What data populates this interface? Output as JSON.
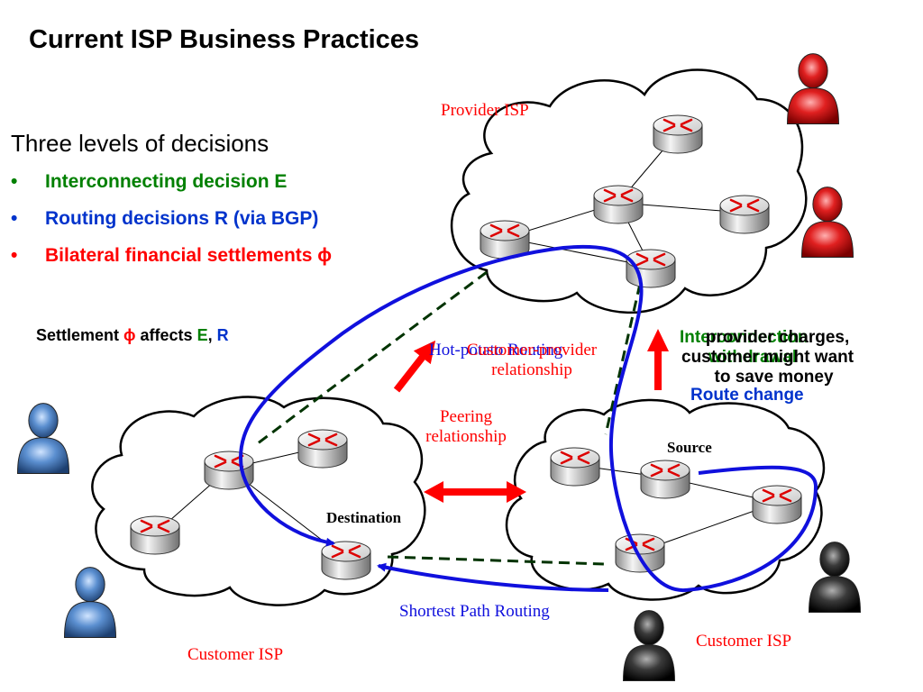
{
  "title": "Current ISP Business Practices",
  "intro": "Three levels of decisions",
  "bullets": [
    {
      "marker": "•",
      "text": "Interconnecting decision E",
      "color": "#008000"
    },
    {
      "marker": "•",
      "text": "Routing decisions R (via BGP)",
      "color": "#0033cc"
    },
    {
      "marker": "•",
      "text": "Bilateral financial settlements ϕ",
      "color": "#ff0000"
    }
  ],
  "settlement": {
    "prefix": "Settlement ",
    "phi": "ϕ",
    "mid": " affects ",
    "e": "E",
    "comma": ",",
    "r": "R"
  },
  "labels": {
    "provider_isp": "Provider ISP",
    "customer_isp_left": "Customer ISP",
    "customer_isp_right": "Customer ISP",
    "peering_line1": "Peering",
    "peering_line2": "relationship",
    "hot_potato": "Hot-potato Routing",
    "customer_provider_line1": "Customer-provider",
    "customer_provider_line2": "relationship",
    "shortest_path": "Shortest Path Routing",
    "destination": "Destination",
    "source": "Source"
  },
  "overlap_text": {
    "interconnection": "Interconnection",
    "withdrawal": "withdrawal",
    "route_change": "Route change",
    "provider_line1": "provider charges,",
    "provider_line2": "customer might want",
    "provider_line3": "to save money"
  },
  "colors": {
    "green": "#008000",
    "blue": "#0033cc",
    "red": "#ff0000",
    "path_blue": "#1010dd",
    "dashed_green": "#003300",
    "user_red": "#e02020",
    "user_blue": "#5b8fd0",
    "user_dark": "#2b2b2b"
  }
}
